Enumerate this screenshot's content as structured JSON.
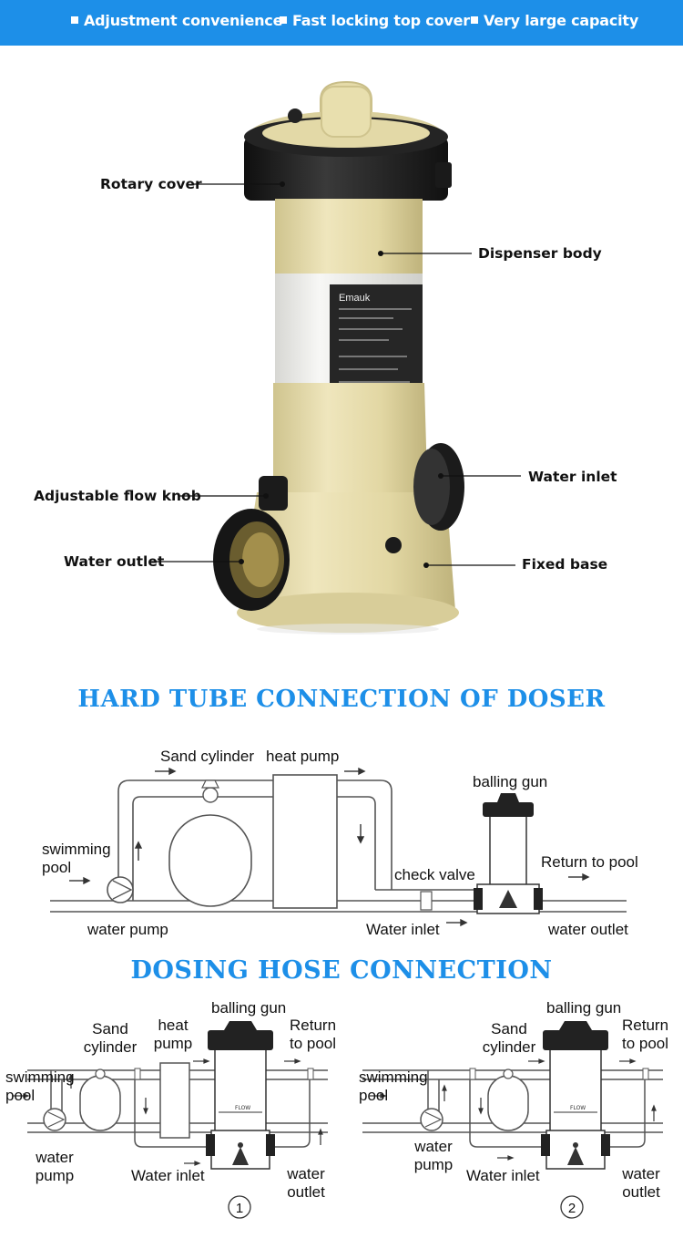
{
  "features": [
    "Adjustment convenience",
    "Fast locking top cover",
    "Very large capacity"
  ],
  "product": {
    "brand": "Emauk",
    "callouts": {
      "rotary_cover": "Rotary cover",
      "dispenser_body": "Dispenser body",
      "water_inlet": "Water inlet",
      "adjustable_flow_knob": "Adjustable flow knob",
      "water_outlet": "Water outlet",
      "fixed_base": "Fixed base"
    },
    "colors": {
      "body": "#e6dcaa",
      "cover": "#1c1c1c",
      "label": "#2a2a2a"
    }
  },
  "hard_tube": {
    "title": "HARD TUBE CONNECTION OF DOSER",
    "labels": {
      "sand_cylinder": "Sand cylinder",
      "heat_pump": "heat pump",
      "balling_gun": "balling gun",
      "swimming_pool": "swimming pool",
      "check_valve": "check valve",
      "return_to_pool": "Return to pool",
      "water_pump": "water pump",
      "water_inlet": "Water inlet",
      "water_outlet": "water outlet"
    }
  },
  "hose": {
    "title": "DOSING HOSE CONNECTION",
    "flow_label": "FLOW",
    "diagram1": {
      "number": "1",
      "balling_gun": "balling gun",
      "sand_cylinder": "Sand cylinder",
      "heat_pump": "heat pump",
      "return_to_pool": "Return to pool",
      "swimming_pool": "swimming pool",
      "water_pump": "water pump",
      "water_inlet": "Water inlet",
      "water_outlet": "water outlet"
    },
    "diagram2": {
      "number": "2",
      "balling_gun": "balling gun",
      "sand_cylinder": "Sand cylinder",
      "return_to_pool": "Return to pool",
      "swimming_pool": "swimming pool",
      "water_pump": "water pump",
      "water_inlet": "Water inlet",
      "water_outlet": "water outlet"
    }
  },
  "colors": {
    "accent": "#1d8fe8",
    "line": "#555555"
  }
}
